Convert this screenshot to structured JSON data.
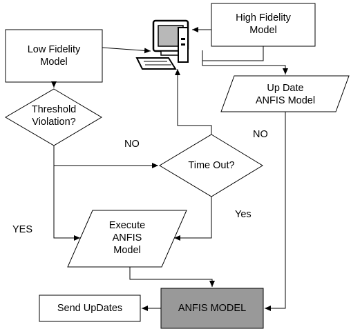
{
  "nodes": {
    "high_fidelity": {
      "line1": "High Fidelity",
      "line2": "Model"
    },
    "low_fidelity": {
      "line1": "Low Fidelity",
      "line2": "Model"
    },
    "update_anfis": {
      "line1": "Up Date",
      "line2": "ANFIS Model"
    },
    "threshold": {
      "line1": "Threshold",
      "line2": "Violation?"
    },
    "timeout": {
      "line1": "Time Out?"
    },
    "execute": {
      "line1": "Execute",
      "line2": "ANFIS",
      "line3": "Model"
    },
    "anfis_model": {
      "line1": "ANFIS MODEL"
    },
    "send_updates": {
      "line1": "Send UpDates"
    }
  },
  "edge_labels": {
    "no_left": "NO",
    "no_right": "NO",
    "yes_left": "YES",
    "yes_right": "Yes"
  },
  "colors": {
    "anfis_fill": "#999999",
    "stroke": "#000000"
  },
  "icons": {
    "computer": "computer-icon"
  }
}
